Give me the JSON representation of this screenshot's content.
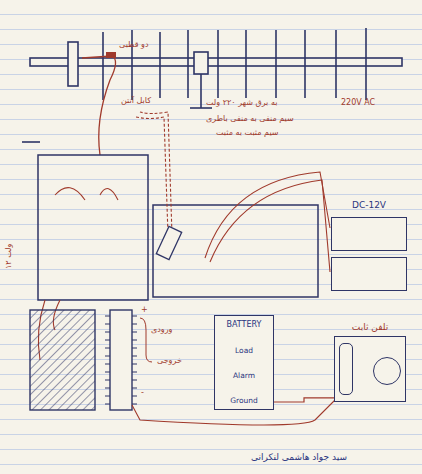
{
  "diagram": {
    "caption": "سید جواد هاشمی لنکرانی",
    "nodes": [
      {
        "text": [
          "BATTERY",
          "Load",
          "Alarm",
          "Ground"
        ]
      },
      {
        "text": [
          "تلفن ثابت"
        ]
      },
      {
        "text": [
          "DC-12V"
        ]
      }
    ],
    "edges": [
      {
        "from": 0,
        "to": 1,
        "arrow": "none"
      }
    ],
    "labels": [
      "دو قطبی",
      "کابل آنتن",
      "به برق شهر ۲۲۰ ولت",
      "220V AC",
      "سیم منفی به منفی باطری",
      "سیم مثبت به مثبت",
      "۱۲ ولت",
      "ورودی",
      "خروجی",
      "+",
      "-"
    ]
  }
}
